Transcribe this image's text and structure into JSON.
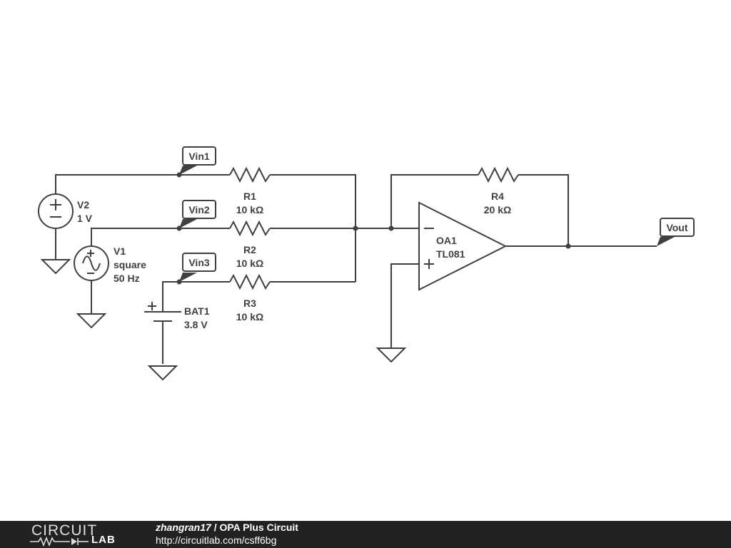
{
  "components": {
    "v2": {
      "ref": "V2",
      "value": "1 V"
    },
    "v1": {
      "ref": "V1",
      "type": "square",
      "freq": "50 Hz"
    },
    "bat1": {
      "ref": "BAT1",
      "value": "3.8 V"
    },
    "r1": {
      "ref": "R1",
      "value": "10 kΩ"
    },
    "r2": {
      "ref": "R2",
      "value": "10 kΩ"
    },
    "r3": {
      "ref": "R3",
      "value": "10 kΩ"
    },
    "r4": {
      "ref": "R4",
      "value": "20 kΩ"
    },
    "oa1": {
      "ref": "OA1",
      "model": "TL081"
    }
  },
  "nets": {
    "vin1": "Vin1",
    "vin2": "Vin2",
    "vin3": "Vin3",
    "vout": "Vout"
  },
  "colors": {
    "wire": "#404040",
    "footer_bg": "#222222",
    "footer_text": "#ffffff"
  },
  "footer": {
    "logo_top": "CIRCUIT",
    "logo_bottom": "LAB",
    "author": "zhangran17",
    "separator": " / ",
    "title": "OPA Plus Circuit",
    "url": "http://circuitlab.com/csff6bg"
  }
}
